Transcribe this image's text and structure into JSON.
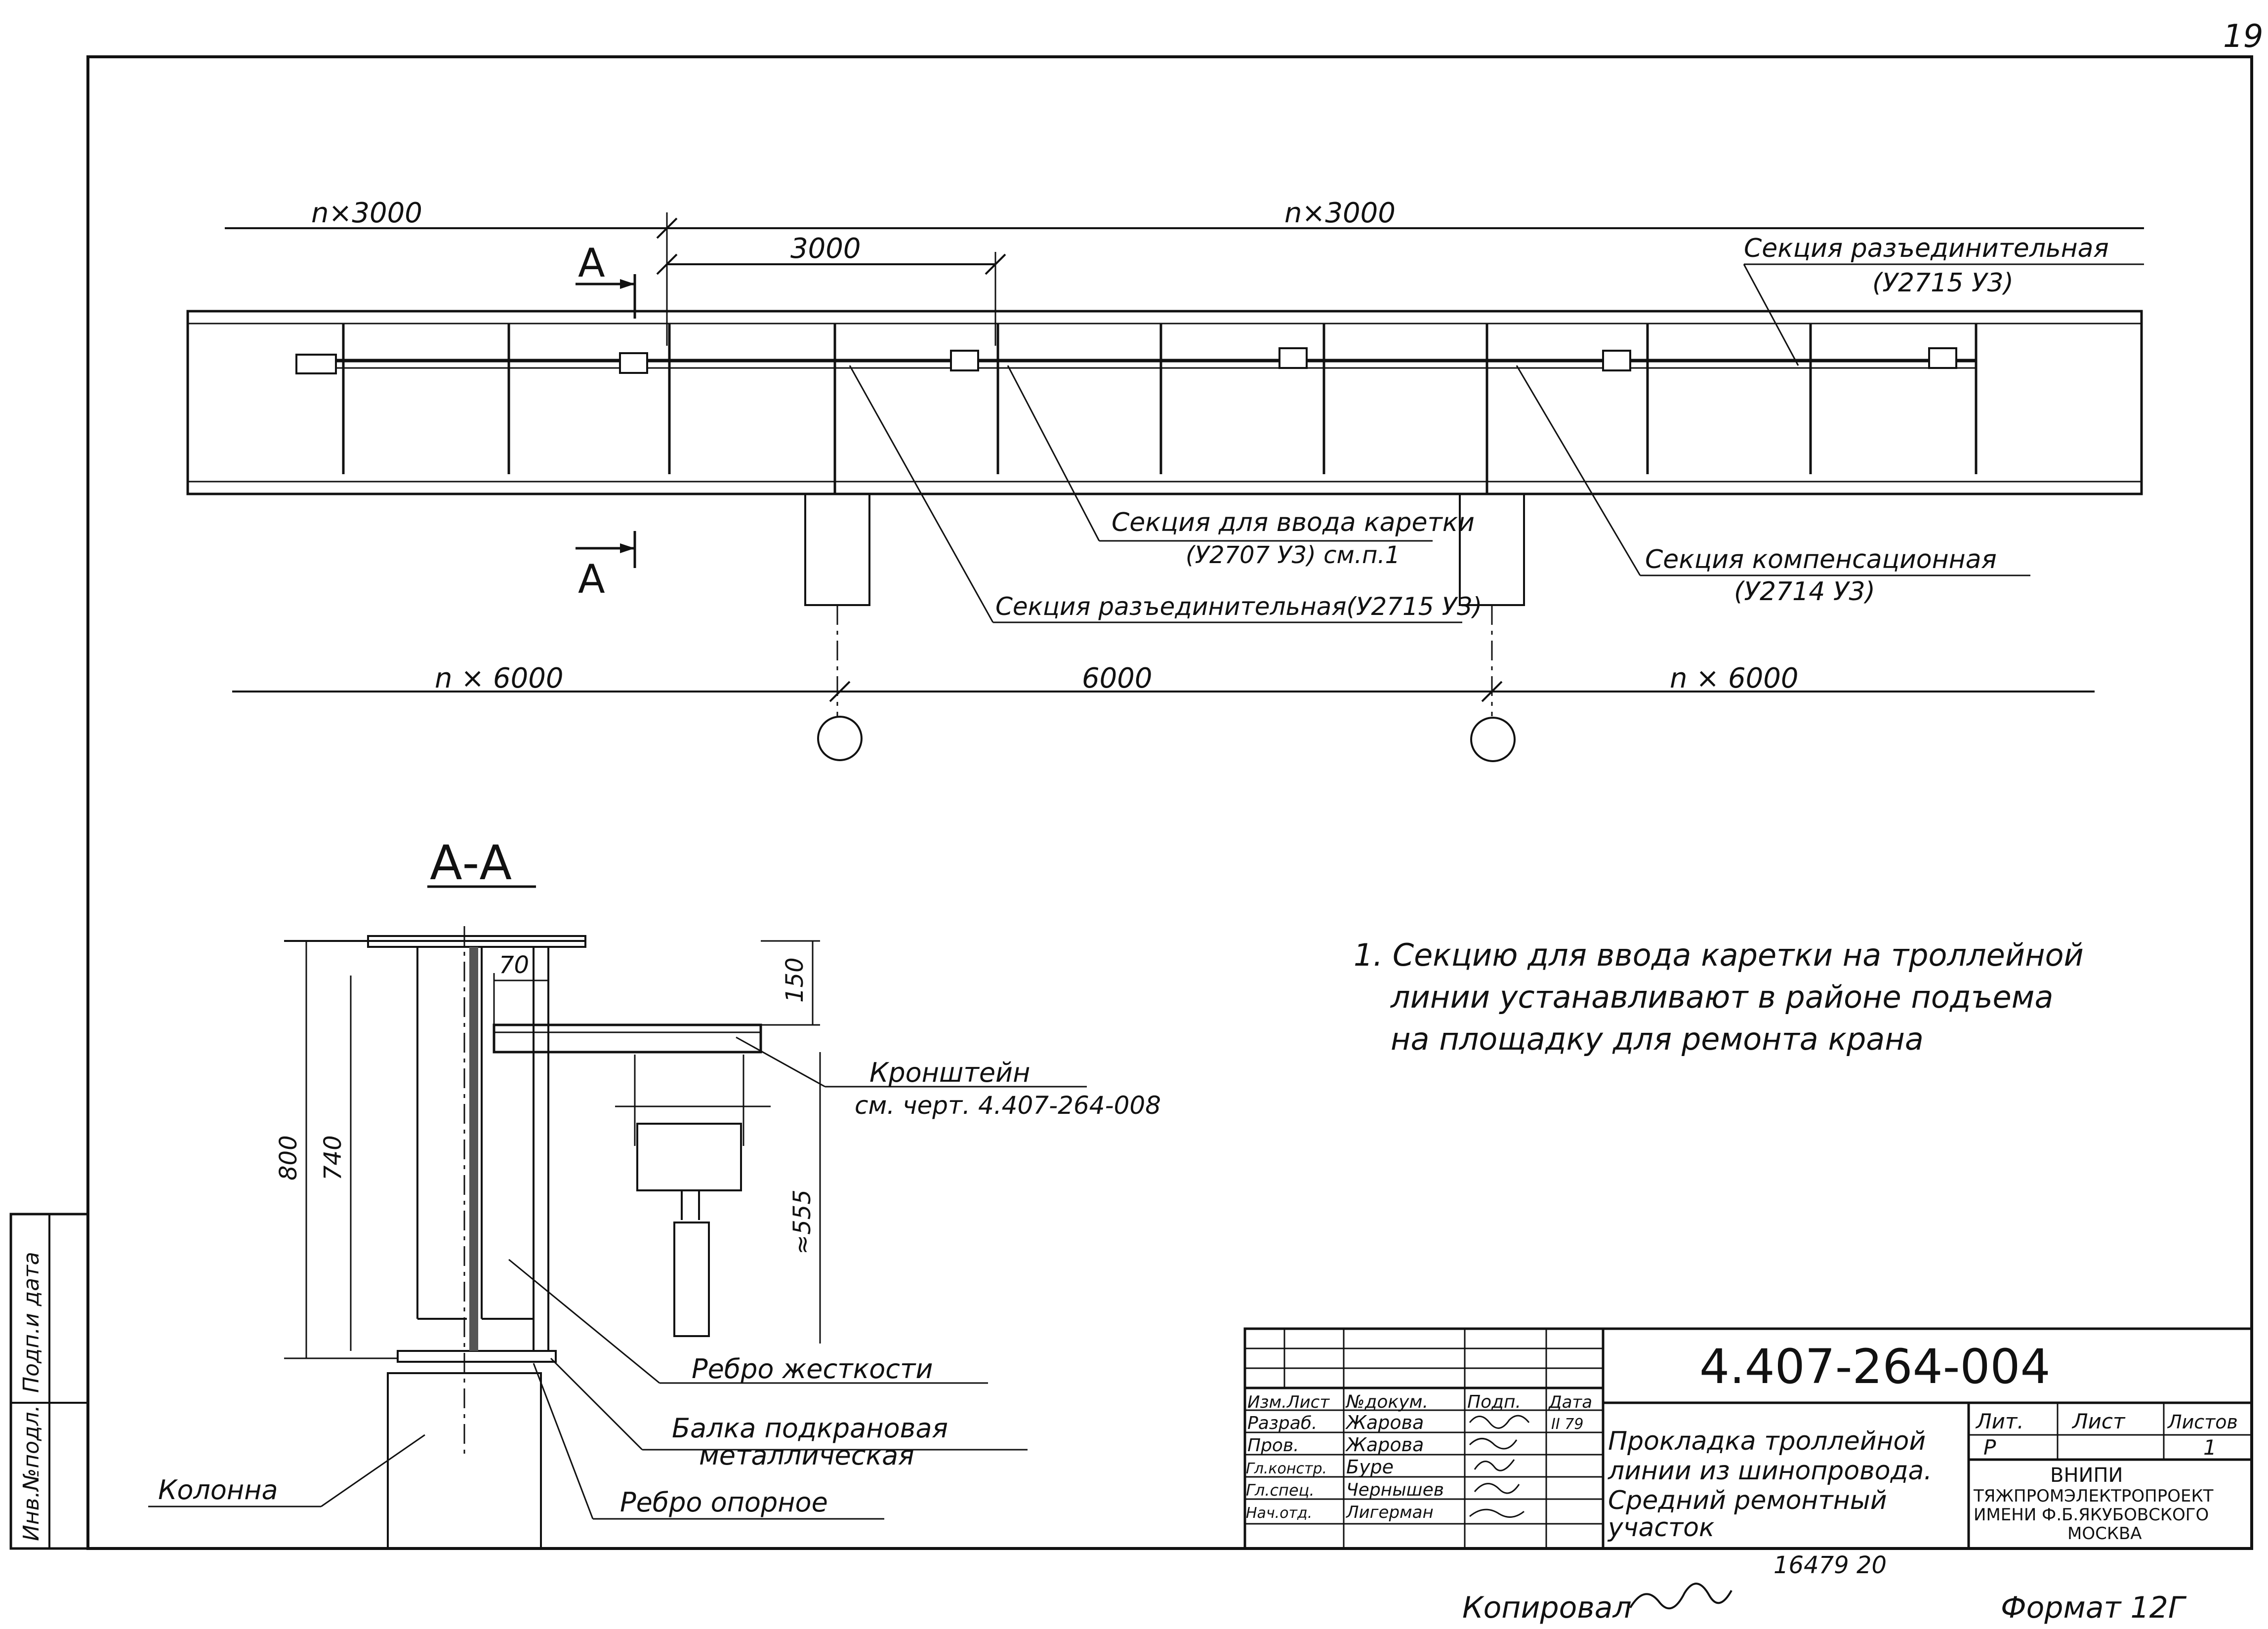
{
  "page_number": "19",
  "plan": {
    "dim_top_left": "n×3000",
    "dim_top_span": "3000",
    "dim_top_right": "n×3000",
    "section_mark": "A",
    "callout_disconnect_top_1": "Секция разъединительная",
    "callout_disconnect_top_2": "(У2715 У3)",
    "callout_carriage_1": "Секция для ввода каретки",
    "callout_carriage_2": "(У2707 У3) см.п.1",
    "callout_disconnect_bottom": "Секция разъединительная(У2715 У3)",
    "callout_compensation_1": "Секция компенсационная",
    "callout_compensation_2": "(У2714 У3)",
    "dim_bottom_left": "n × 6000",
    "dim_bottom_span": "6000",
    "dim_bottom_right": "n × 6000"
  },
  "section": {
    "title": "А-А",
    "dim_70": "70",
    "dim_150": "150",
    "dim_800": "800",
    "dim_740": "740",
    "dim_555": "≈555",
    "bracket_1": "Кронштейн",
    "bracket_2": "см. черт. 4.407-264-008",
    "stiffener": "Ребро жесткости",
    "beam_1": "Балка подкрановая",
    "beam_2": "металлическая",
    "column": "Колонна",
    "support_rib": "Ребро опорное"
  },
  "note": {
    "line1": "1. Секцию для ввода каретки на троллейной",
    "line2": "линии устанавливают в районе подъема",
    "line3": "на площадку для ремонта крана"
  },
  "side_stamp": {
    "inv": "Инв.№подл.",
    "sign_date": "Подп.и дата"
  },
  "title_block": {
    "doc_number": "4.407-264-004",
    "col_headers": [
      "Изм.",
      "Лист",
      "№докум.",
      "Подп.",
      "Дата"
    ],
    "rows": [
      {
        "role": "Разраб.",
        "name": "Жарова",
        "date": "II 79"
      },
      {
        "role": "Пров.",
        "name": "Жарова",
        "date": ""
      },
      {
        "role": "Гл.констр.",
        "name": "Буре",
        "date": ""
      },
      {
        "role": "Гл.спец.",
        "name": "Чернышев",
        "date": ""
      },
      {
        "role": "Нач.отд.",
        "name": "Лигерман",
        "date": ""
      }
    ],
    "title_1": "Прокладка троллейной",
    "title_2": "линии из шинопровода.",
    "title_3": "Средний ремонтный",
    "title_4": "участок",
    "lit_label": "Лит.",
    "sheet_label": "Лист",
    "sheets_label": "Листов",
    "lit_value": "Р",
    "sheets_value": "1",
    "org_1": "ВНИПИ",
    "org_2": "ТЯЖПРОМЭЛЕКТРОПРОЕКТ",
    "org_3": "ИМЕНИ Ф.Б.ЯКУБОВСКОГО",
    "org_4": "МОСКВА"
  },
  "footer": {
    "number": "16479 20",
    "copied": "Копировал",
    "format": "Формат 12Г"
  }
}
